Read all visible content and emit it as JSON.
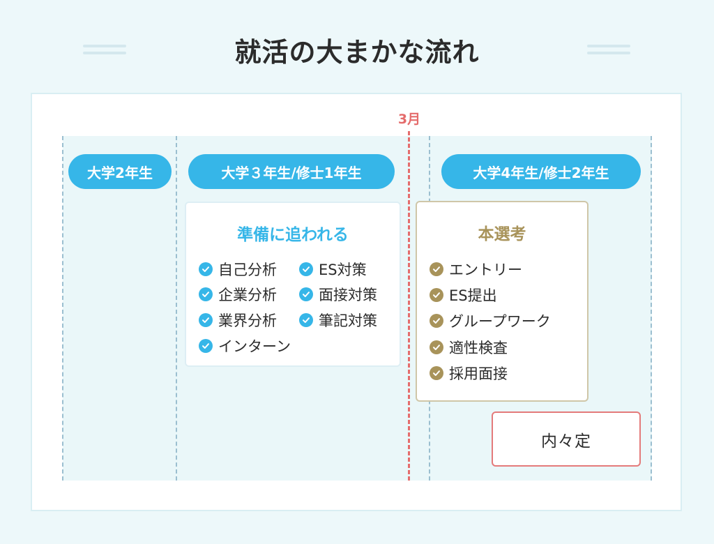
{
  "title": "就活の大まかな流れ",
  "march_marker": "3月",
  "phases": [
    {
      "label": "大学2年生"
    },
    {
      "label": "大学３年生/修士1年生"
    },
    {
      "label": "大学4年生/修士2年生"
    }
  ],
  "prep_box": {
    "title": "準備に追われる",
    "accent_color": "#36b6e8",
    "items": [
      "自己分析",
      "ES対策",
      "企業分析",
      "面接対策",
      "業界分析",
      "筆記対策",
      "インターン"
    ]
  },
  "selection_box": {
    "title": "本選考",
    "accent_color": "#a8935a",
    "items": [
      "エントリー",
      "ES提出",
      "グループワーク",
      "適性検査",
      "採用面接"
    ]
  },
  "final_box": {
    "label": "内々定",
    "border_color": "#e47a7a"
  },
  "icons": {
    "check": "check-circle-icon"
  },
  "colors": {
    "phase_pill": "#36b6e8",
    "march_line": "#e56d6d"
  }
}
